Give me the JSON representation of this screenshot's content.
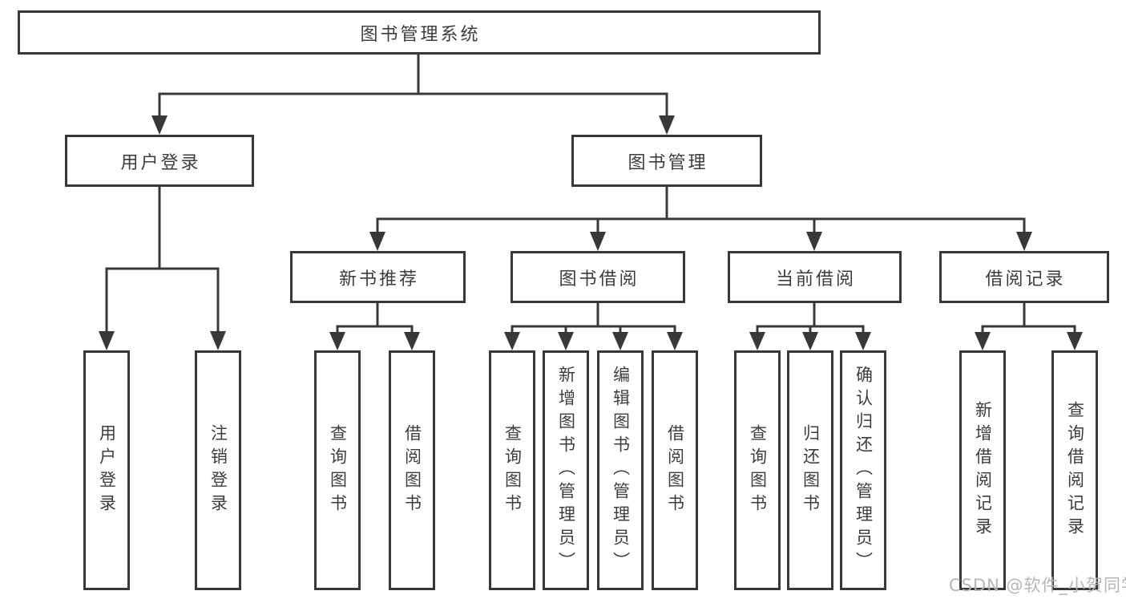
{
  "tree": {
    "label": "图书管理系统",
    "children": [
      {
        "label": "用户登录",
        "children": [
          {
            "label": "用户登录"
          },
          {
            "label": "注销登录"
          }
        ]
      },
      {
        "label": "图书管理",
        "children": [
          {
            "label": "新书推荐",
            "children": [
              {
                "label": "查询图书"
              },
              {
                "label": "借阅图书"
              }
            ]
          },
          {
            "label": "图书借阅",
            "children": [
              {
                "label": "查询图书"
              },
              {
                "label": "新增图书（管理员）"
              },
              {
                "label": "编辑图书（管理员）"
              },
              {
                "label": "借阅图书"
              }
            ]
          },
          {
            "label": "当前借阅",
            "children": [
              {
                "label": "查询图书"
              },
              {
                "label": "归还图书"
              },
              {
                "label": "确认归还（管理员）"
              }
            ]
          },
          {
            "label": "借阅记录",
            "children": [
              {
                "label": "新增借阅记录"
              },
              {
                "label": "查询借阅记录"
              }
            ]
          }
        ]
      }
    ]
  },
  "watermark": {
    "text": "CSDN @软件_小贺同学"
  },
  "colors": {
    "line": "#383838",
    "text": "#3d3d3d",
    "background": "#ffffff",
    "watermark": "#b2b2b5"
  }
}
